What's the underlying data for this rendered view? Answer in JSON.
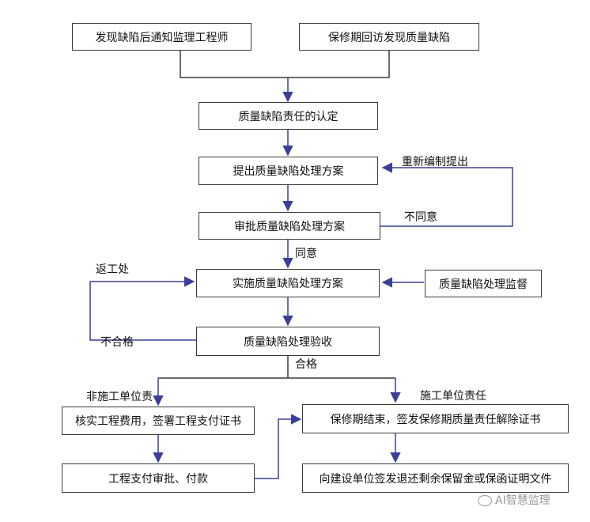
{
  "boxes": {
    "b1": "发现缺陷后通知监理工程师",
    "b2": "保修期回访发现质量缺陷",
    "b3": "质量缺陷责任的认定",
    "b4": "提出质量缺陷处理方案",
    "b5": "审批质量缺陷处理方案",
    "b6": "实施质量缺陷处理方案",
    "b7": "质量缺陷处理监督",
    "b8": "质量缺陷处理验收",
    "b9": "核实工程费用，签署工程支付证书",
    "b10": "保修期结束，签发保修期质量责任解除证书",
    "b11": "工程支付审批、付款",
    "b12": "向建设单位签发退还剩余保留金或保函证明文件"
  },
  "labels": {
    "resubmit": "重新编制提出",
    "disagree": "不同意",
    "agree": "同意",
    "rework": "返工处",
    "fail": "不合格",
    "pass": "合格",
    "non_contractor": "非施工单位责",
    "contractor": "施工单位责任"
  },
  "watermark": "AI智慧监理",
  "colors": {
    "arrow": "#3b3f9a",
    "line": "#3a3a3a"
  }
}
